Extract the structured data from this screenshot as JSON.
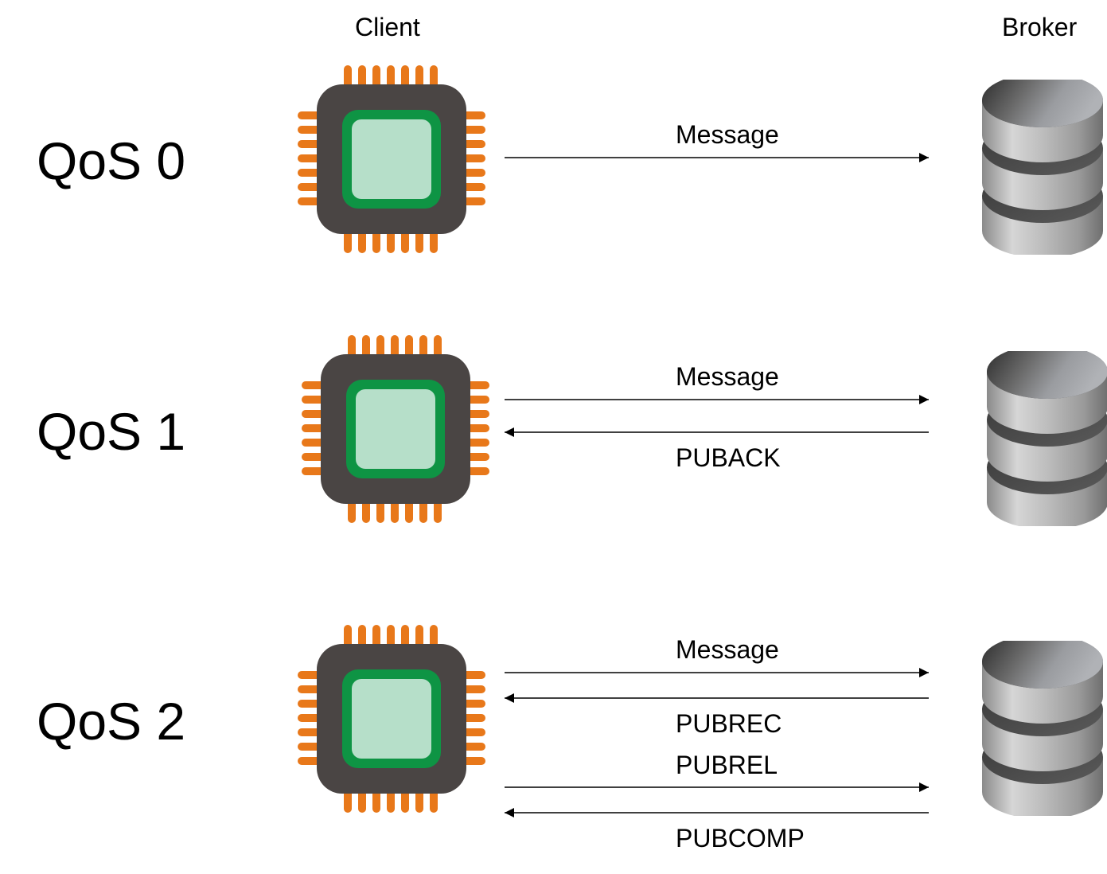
{
  "columns": {
    "client": "Client",
    "broker": "Broker"
  },
  "rows": [
    {
      "qos": "QoS 0",
      "messages": [
        {
          "label": "Message",
          "direction": "to-broker"
        }
      ]
    },
    {
      "qos": "QoS 1",
      "messages": [
        {
          "label": "Message",
          "direction": "to-broker"
        },
        {
          "label": "PUBACK",
          "direction": "to-client"
        }
      ]
    },
    {
      "qos": "QoS 2",
      "messages": [
        {
          "label": "Message",
          "direction": "to-broker"
        },
        {
          "label": "PUBREC",
          "direction": "to-client"
        },
        {
          "label": "PUBREL",
          "direction": "to-broker"
        },
        {
          "label": "PUBCOMP",
          "direction": "to-client"
        }
      ]
    }
  ],
  "icons": {
    "client": "microchip-icon",
    "broker": "database-icon"
  },
  "colors": {
    "chip_body": "#4a4544",
    "chip_pins": "#e8781a",
    "chip_core_border": "#0e9444",
    "chip_core_fill": "#b6dfc9"
  }
}
